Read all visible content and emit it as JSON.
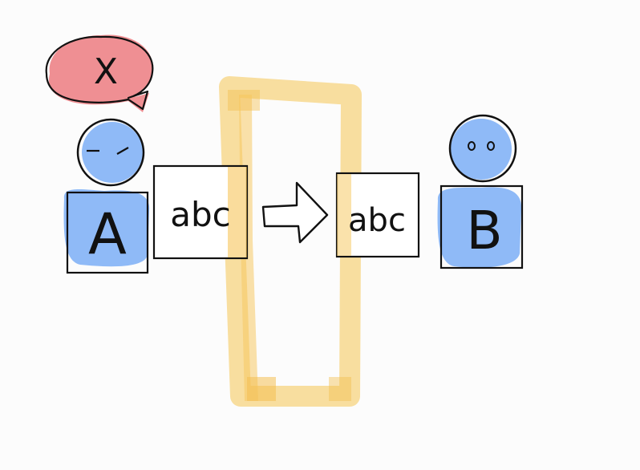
{
  "diagram": {
    "thought_bubble": {
      "mark": "X",
      "color": "#ef8f93"
    },
    "person_a": {
      "label": "A",
      "fill": "#8fbaf7",
      "face": "sleepy"
    },
    "person_b": {
      "label": "B",
      "fill": "#8fbaf7",
      "face": "awake"
    },
    "message_left": {
      "text": "abc"
    },
    "message_right": {
      "text": "abc"
    },
    "arrow": {
      "direction": "right"
    },
    "channel": {
      "color": "#f6c65a"
    }
  }
}
